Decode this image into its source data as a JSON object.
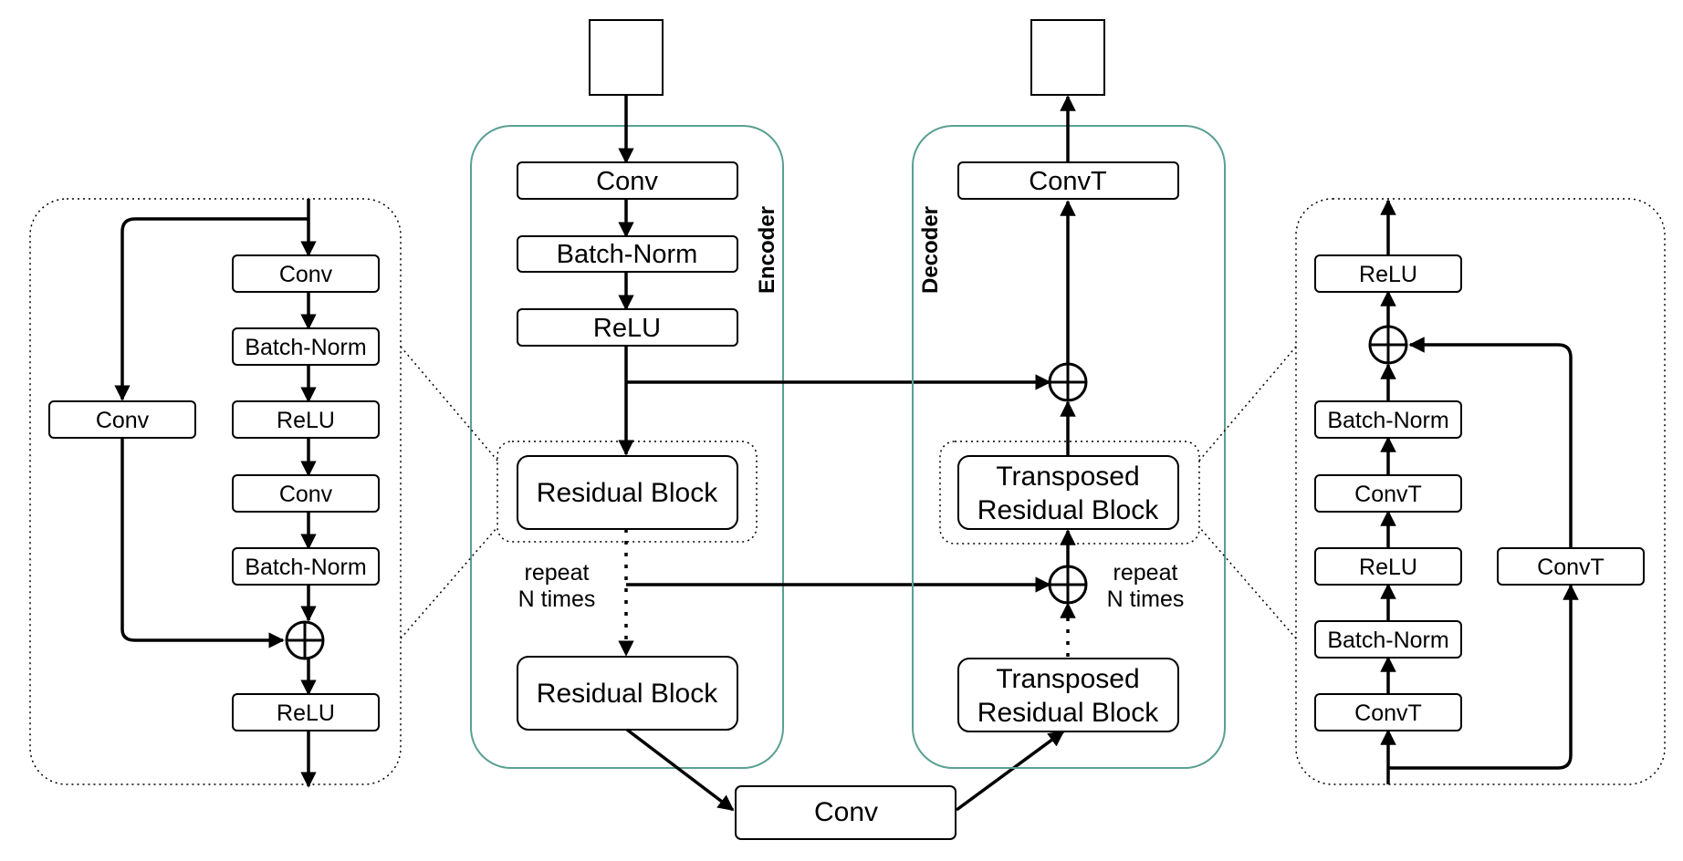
{
  "labels": {
    "conv": "Conv",
    "batch_norm": "Batch-Norm",
    "relu": "ReLU",
    "convt": "ConvT",
    "residual_block": "Residual Block",
    "transposed_line1": "Transposed",
    "transposed_line2": "Residual Block",
    "encoder": "Encoder",
    "decoder": "Decoder",
    "repeat_line1": "repeat",
    "repeat_line2": "N times"
  },
  "colors": {
    "group_border": "#5aa092",
    "stroke": "#000000",
    "background": "#ffffff"
  }
}
